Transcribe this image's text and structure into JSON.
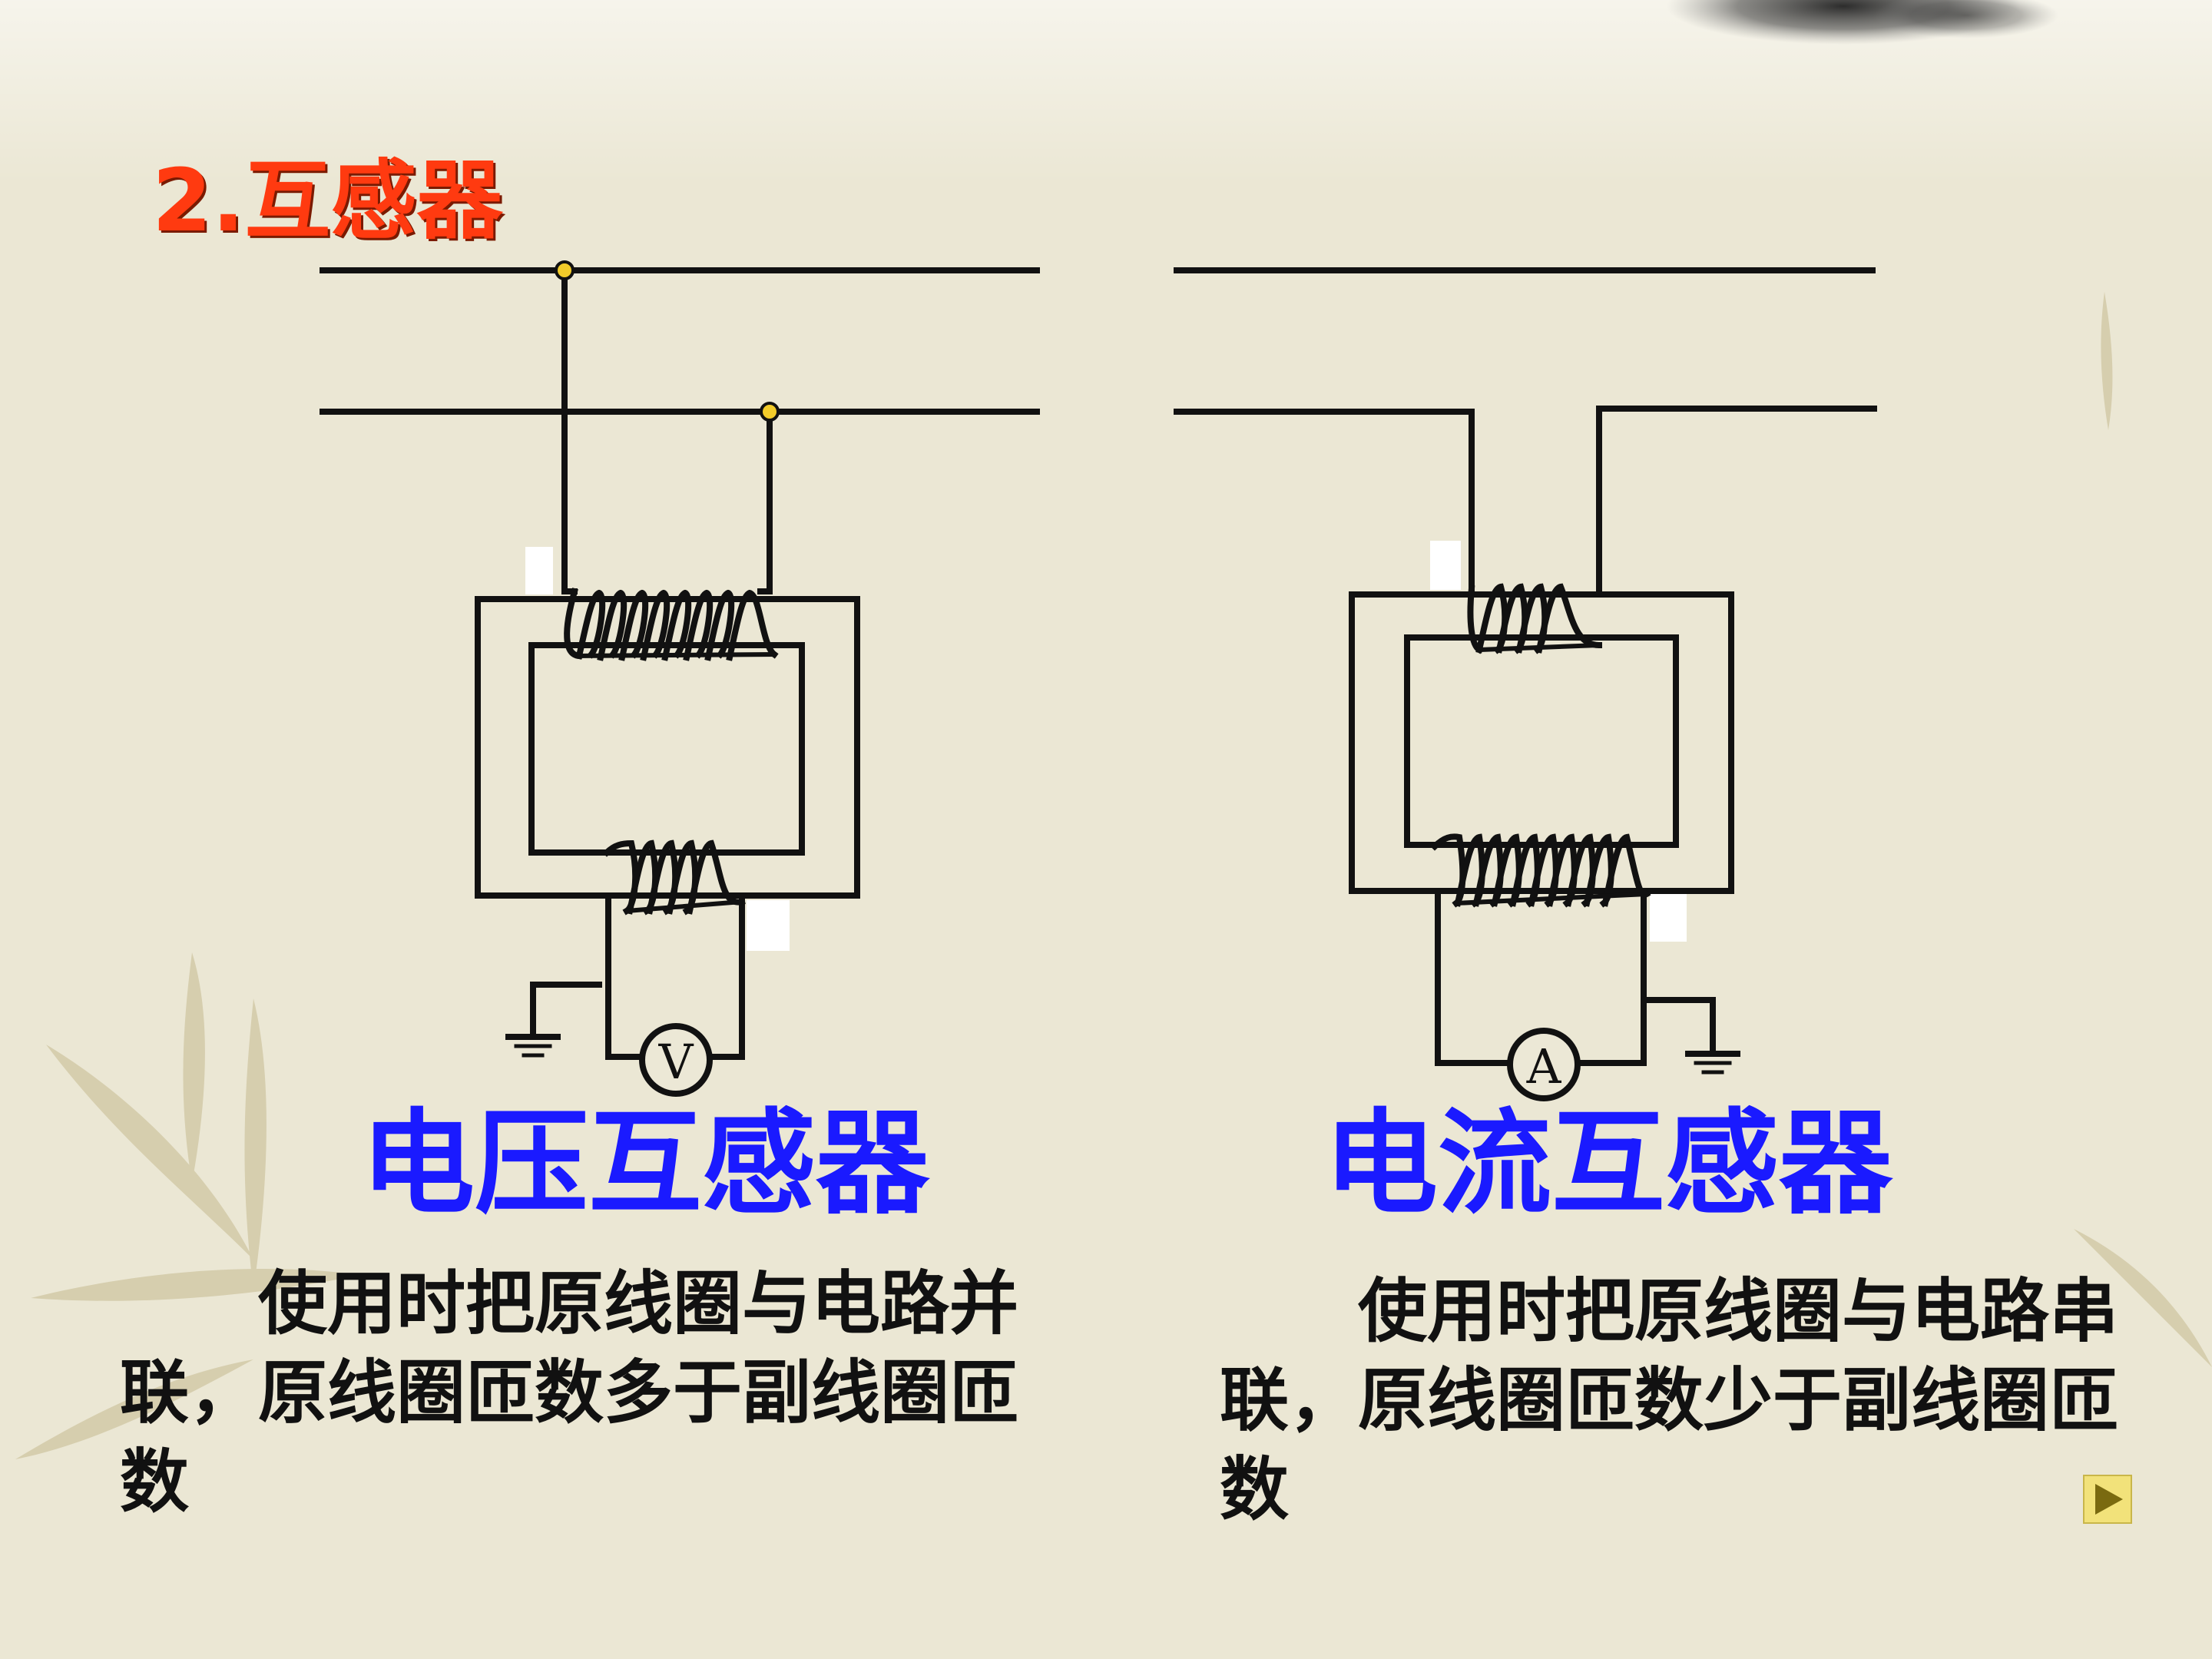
{
  "title": "2.互感器",
  "voltage_transformer": {
    "caption": "电压互感器",
    "description": "使用时把原线圈与电路并联，原线圈匝数多于副线圈匝数",
    "meter_label": "V"
  },
  "current_transformer": {
    "caption": "电流互感器",
    "description": "使用时把原线圈与电路串联，原线圈匝数少于副线圈匝数",
    "meter_label": "A"
  },
  "colors": {
    "title": "#ff3a10",
    "caption": "#1a1aff",
    "wire": "#111111",
    "junction": "#f2cc2a",
    "background": "#ece8d6"
  },
  "icons": {
    "next": "play-triangle-icon"
  }
}
